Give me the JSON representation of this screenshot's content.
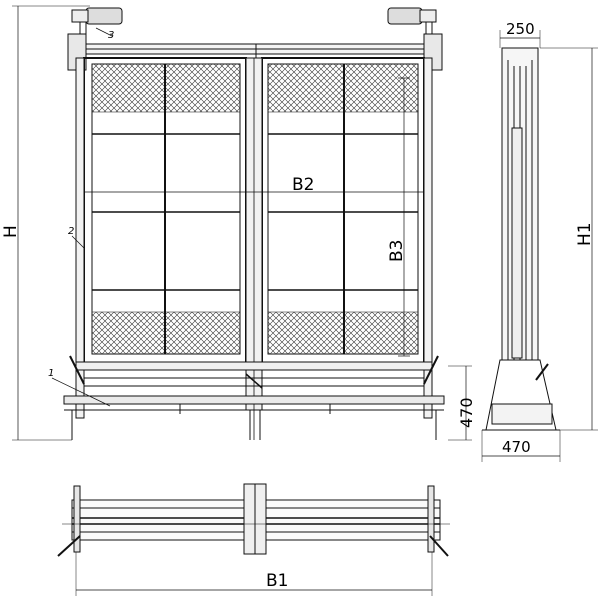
{
  "front_view": {
    "label_width": "B2",
    "label_height": "B3",
    "label_total_height": "H",
    "callout_1": "1",
    "callout_2": "2",
    "callout_3": "3",
    "base_dim": "470"
  },
  "side_view": {
    "top_dim": "250",
    "height_label": "H1",
    "base_dim": "470"
  },
  "plan_view": {
    "width_label": "B1"
  }
}
